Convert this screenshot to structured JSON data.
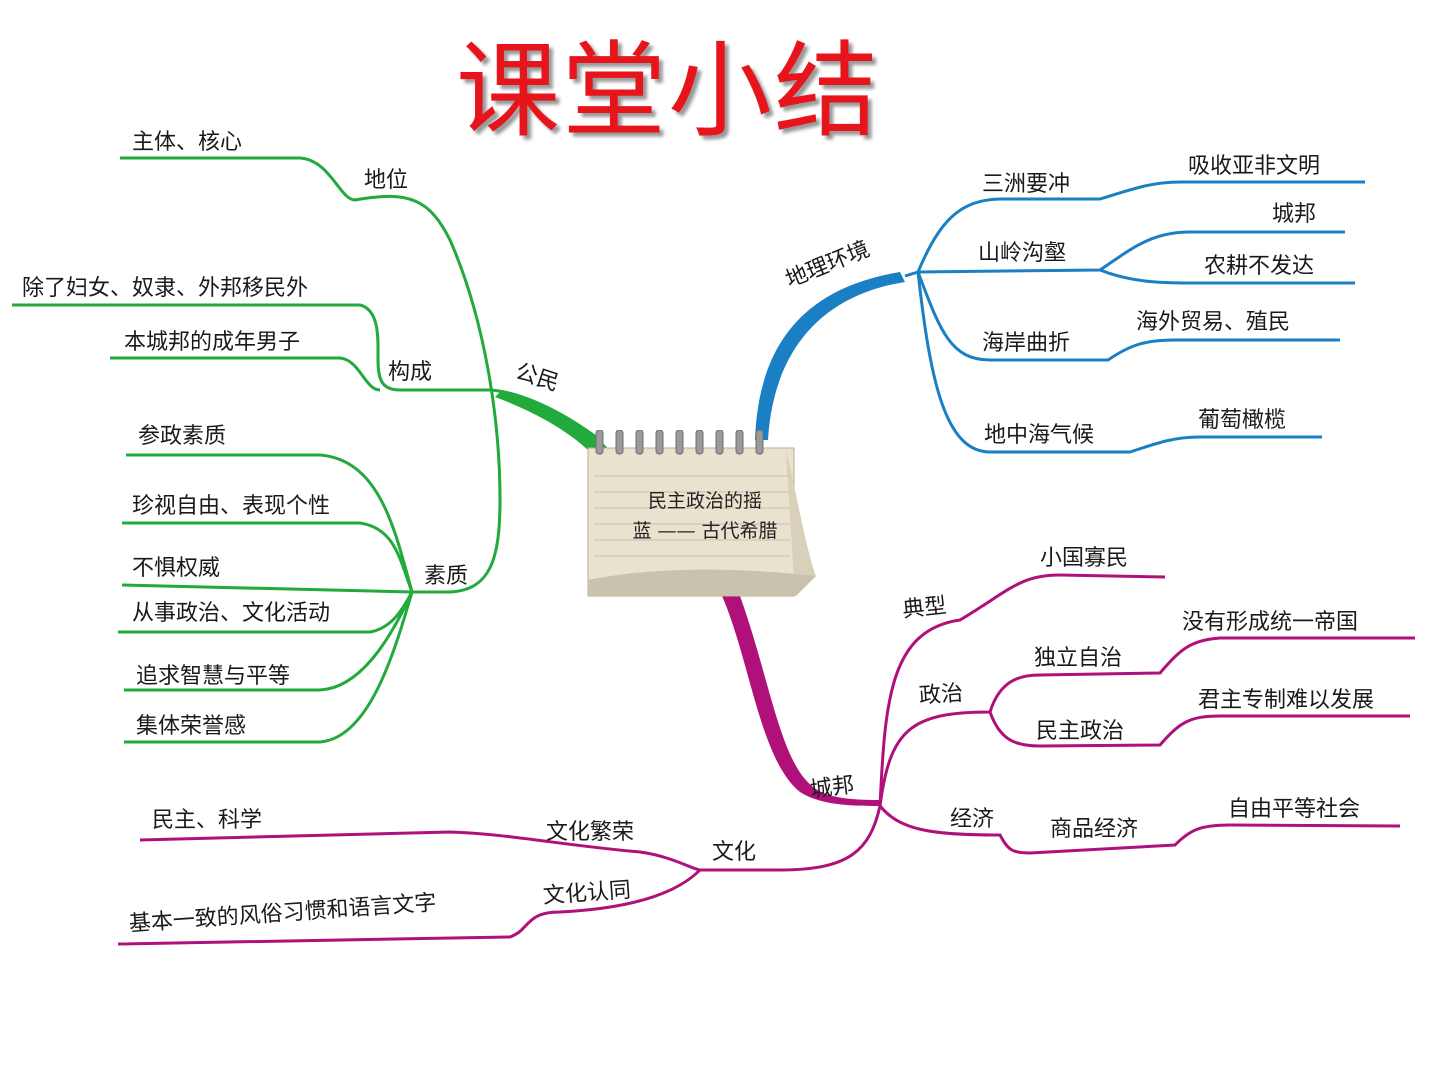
{
  "title": "课堂小结",
  "center": {
    "line1": "民主政治的摇",
    "line2": "蓝 —— 古代希腊"
  },
  "branches": {
    "citizen": {
      "label": "公民",
      "color": "#22aa3c",
      "status": {
        "label": "地位",
        "items": [
          "主体、核心"
        ]
      },
      "composition": {
        "label": "构成",
        "items": [
          "除了妇女、奴隶、外邦移民外",
          "本城邦的成年男子"
        ]
      },
      "quality": {
        "label": "素质",
        "items": [
          "参政素质",
          "珍视自由、表现个性",
          "不惧权威",
          "从事政治、文化活动",
          "追求智慧与平等",
          "集体荣誉感"
        ]
      }
    },
    "geography": {
      "label": "地理环境",
      "color": "#1a7fc4",
      "nodes": [
        {
          "label": "三洲要冲",
          "items": [
            "吸收亚非文明"
          ]
        },
        {
          "label": "山岭沟壑",
          "items": [
            "城邦",
            "农耕不发达"
          ]
        },
        {
          "label": "海岸曲折",
          "items": [
            "海外贸易、殖民"
          ]
        },
        {
          "label": "地中海气候",
          "items": [
            "葡萄橄榄"
          ]
        }
      ]
    },
    "citystate": {
      "label": "城邦",
      "color": "#b0107a",
      "typical": {
        "label": "典型",
        "items": [
          "小国寡民"
        ]
      },
      "politics": {
        "label": "政治",
        "nodes": [
          {
            "label": "独立自治",
            "items": [
              "没有形成统一帝国"
            ]
          },
          {
            "label": "民主政治",
            "items": [
              "君主专制难以发展"
            ]
          }
        ]
      },
      "economy": {
        "label": "经济",
        "nodes": [
          {
            "label": "商品经济",
            "items": [
              "自由平等社会"
            ]
          }
        ]
      },
      "culture": {
        "label": "文化",
        "nodes": [
          {
            "label": "文化繁荣",
            "items": [
              "民主、科学"
            ]
          },
          {
            "label": "文化认同",
            "items": [
              "基本一致的风俗习惯和语言文字"
            ]
          }
        ]
      }
    }
  }
}
